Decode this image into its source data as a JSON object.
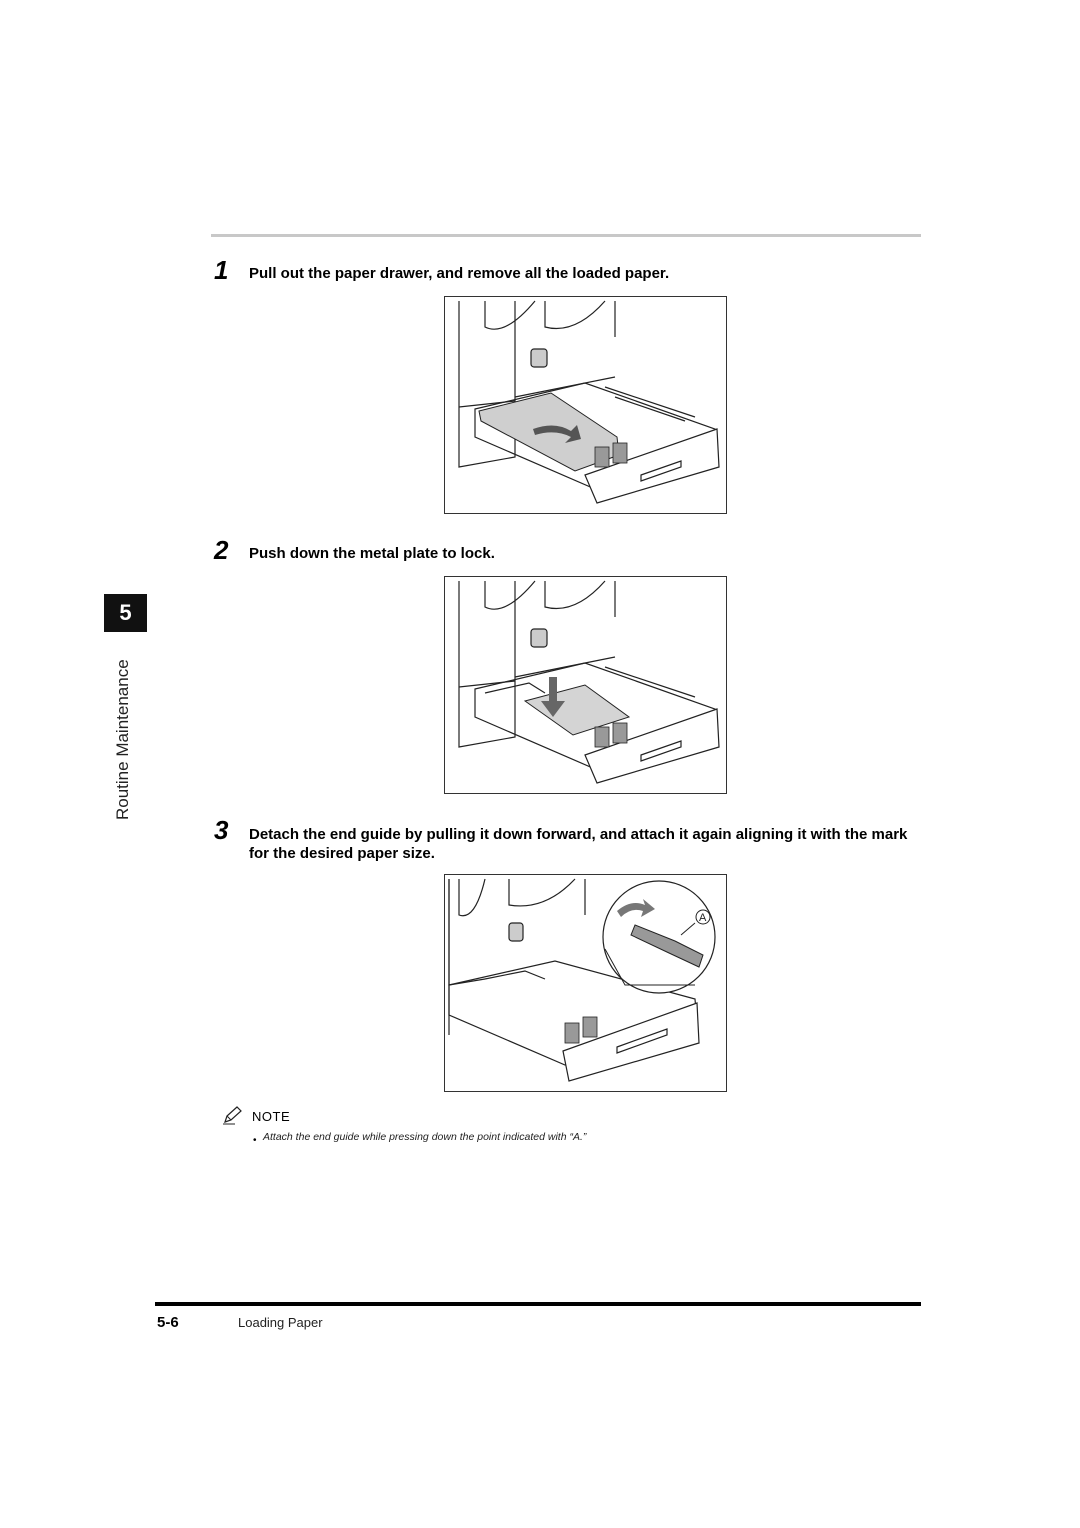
{
  "chapter": {
    "number": "5",
    "title": "Routine Maintenance"
  },
  "steps": [
    {
      "number": "1",
      "text": "Pull out the paper drawer, and remove all the loaded paper."
    },
    {
      "number": "2",
      "text": "Push down the metal plate to lock."
    },
    {
      "number": "3",
      "text": "Detach the end guide by pulling it down forward, and attach it again aligning it with the mark for the desired paper size."
    }
  ],
  "figure3": {
    "callout": "A"
  },
  "note": {
    "label": "NOTE",
    "items": [
      "Attach the end guide while pressing down the point indicated with “A.”"
    ]
  },
  "footer": {
    "page": "5-6",
    "section": "Loading Paper"
  }
}
